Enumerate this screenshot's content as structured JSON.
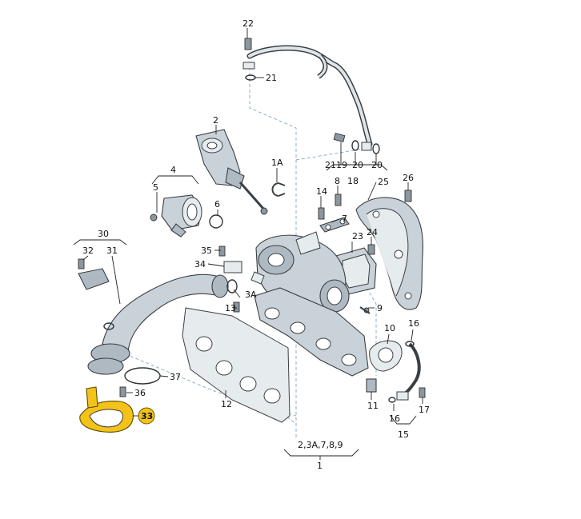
{
  "colors": {
    "part_fill": "#c9d2d8",
    "part_dark": "#aeb9c1",
    "outline": "#3a3f44",
    "highlight": "#f3c318",
    "dashed_lead": "#7fa6c4"
  },
  "callouts": {
    "c22": "22",
    "c21": "21",
    "c2": "2",
    "c1A": "1A",
    "c4": "4",
    "c5": "5",
    "c6": "6",
    "c2119": "2119",
    "c18": "18",
    "c20a": "20",
    "c20b": "20",
    "c14": "14",
    "c8": "8",
    "c25": "25",
    "c26": "26",
    "c7": "7",
    "c24": "24",
    "c23": "23",
    "c30": "30",
    "c32": "32",
    "c31": "31",
    "c35": "35",
    "c34": "34",
    "c3A": "3A",
    "c13": "13",
    "c9": "9",
    "c10": "10",
    "c16a": "16",
    "c37": "37",
    "c36": "36",
    "c12": "12",
    "c11": "11",
    "c16b": "16",
    "c17": "17",
    "c15": "15",
    "c33": "33",
    "group_bottom": "2,3A,7,8,9",
    "c1": "1"
  }
}
